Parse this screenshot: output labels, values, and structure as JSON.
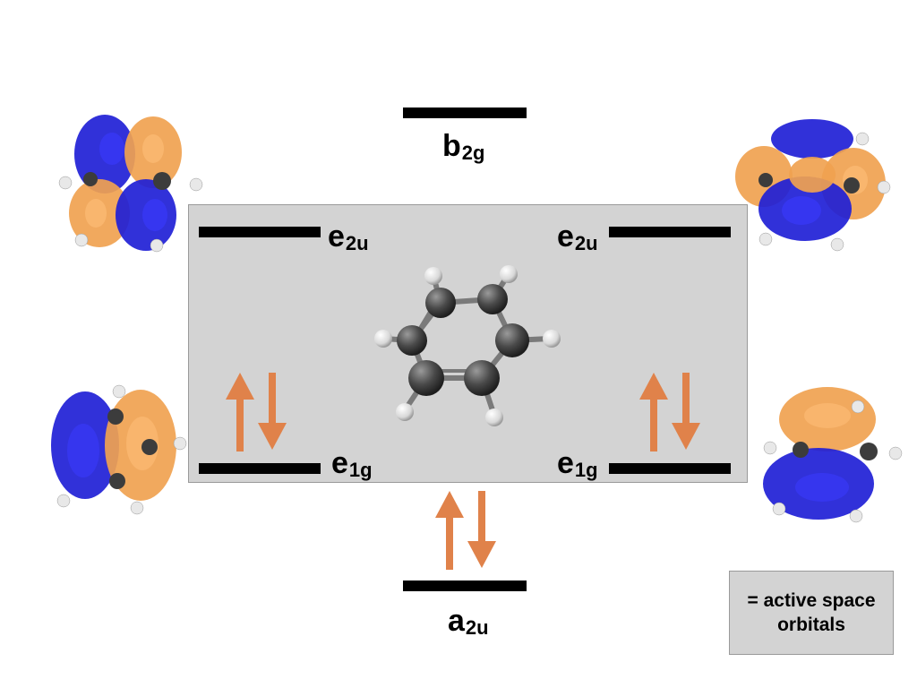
{
  "levels": {
    "b2g": {
      "main": "b",
      "sub": "2g"
    },
    "e2u_left": {
      "main": "e",
      "sub": "2u"
    },
    "e2u_right": {
      "main": "e",
      "sub": "2u"
    },
    "e1g_left": {
      "main": "e",
      "sub": "1g"
    },
    "e1g_right": {
      "main": "e",
      "sub": "1g"
    },
    "a2u": {
      "main": "a",
      "sub": "2u"
    }
  },
  "legend": {
    "text": "= active space orbitals"
  },
  "colors": {
    "box": "#d3d3d3",
    "arrow": "#e0824a",
    "lobe_blue": "#1f1fd6",
    "lobe_orange": "#f0a250",
    "carbon": "#4a4a4a",
    "hydrogen": "#e8e8e8"
  }
}
